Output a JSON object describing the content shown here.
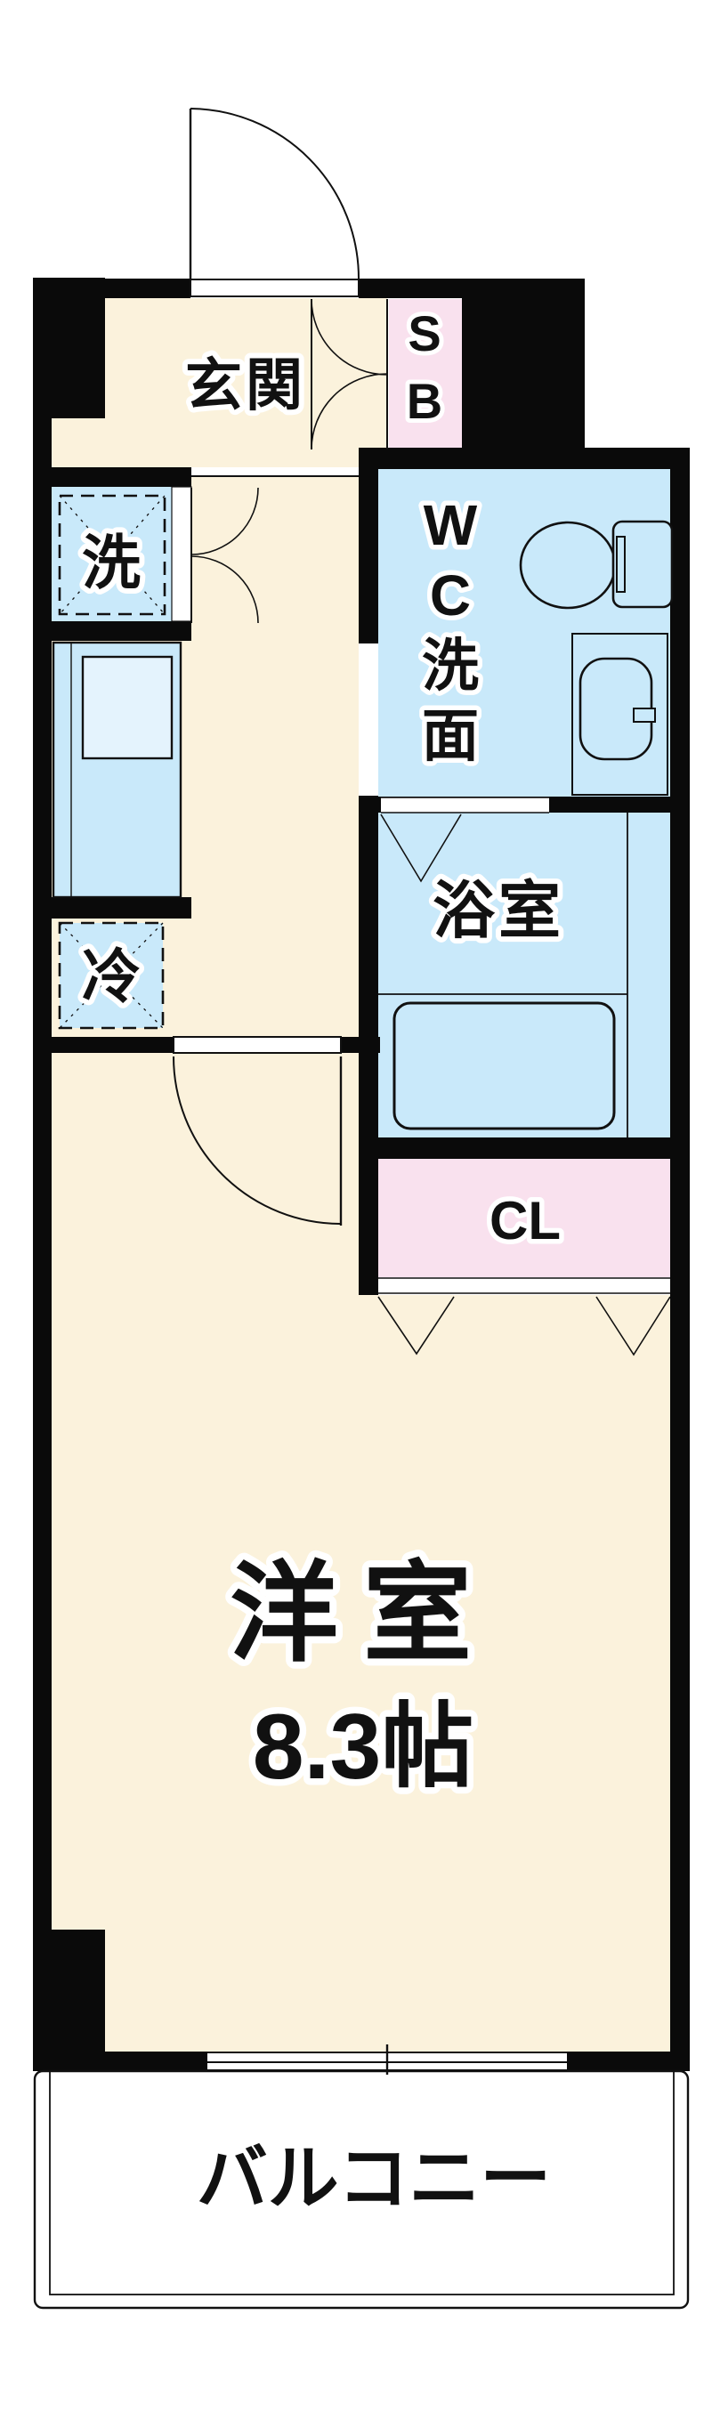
{
  "plan": {
    "type": "floor-plan",
    "rooms": {
      "entrance": {
        "label": "玄関"
      },
      "shoe_box": {
        "label": "SB"
      },
      "washer": {
        "label": "洗"
      },
      "refrigerator": {
        "label": "冷"
      },
      "wc_vanity": {
        "label": "WC洗面"
      },
      "bathroom": {
        "label": "浴室"
      },
      "closet": {
        "label": "CL"
      },
      "main_room": {
        "label": "洋室",
        "size_label": "8.3帖"
      },
      "balcony": {
        "label": "バルコニー"
      }
    }
  },
  "colors": {
    "wall": "#0a0a0a",
    "line": "#111111",
    "floor_cream": "#fbf2dc",
    "water_blue": "#c9e9fa",
    "fixture_blue": "#e4f3fd",
    "storage_pink": "#f9e1ee",
    "white": "#ffffff"
  }
}
